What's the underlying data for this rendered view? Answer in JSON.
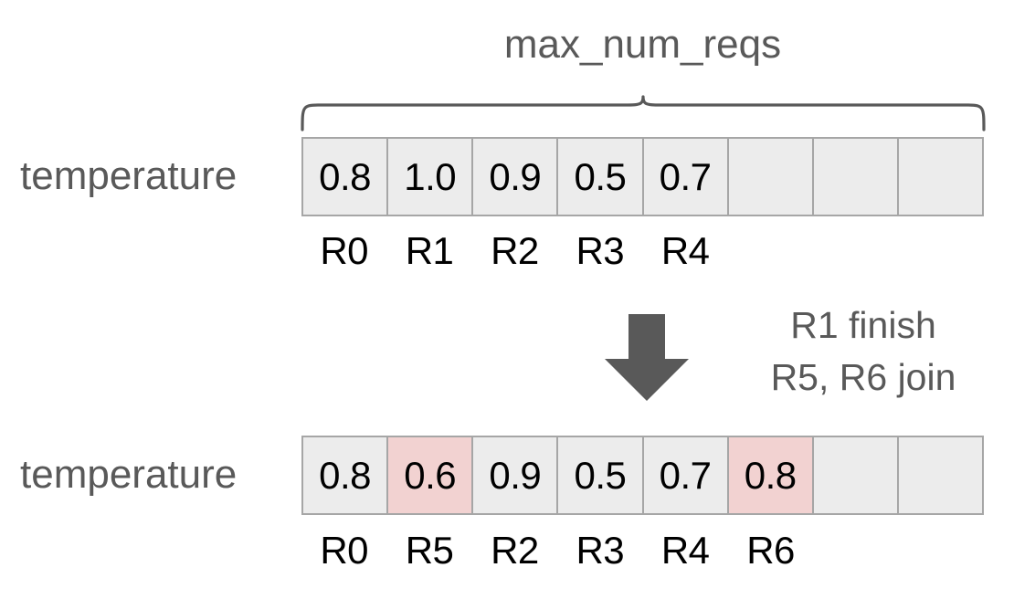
{
  "diagram": {
    "title": "max_num_reqs",
    "brace_label": "max_num_reqs"
  },
  "rows": [
    {
      "label": "temperature",
      "slot_count": 8,
      "cells": [
        {
          "value": "0.8",
          "highlighted": false,
          "empty": false
        },
        {
          "value": "1.0",
          "highlighted": false,
          "empty": false
        },
        {
          "value": "0.9",
          "highlighted": false,
          "empty": false
        },
        {
          "value": "0.5",
          "highlighted": false,
          "empty": false
        },
        {
          "value": "0.7",
          "highlighted": false,
          "empty": false
        },
        {
          "value": "",
          "highlighted": false,
          "empty": true
        },
        {
          "value": "",
          "highlighted": false,
          "empty": true
        },
        {
          "value": "",
          "highlighted": false,
          "empty": true
        }
      ],
      "ids": [
        "R0",
        "R1",
        "R2",
        "R3",
        "R4",
        "",
        "",
        ""
      ]
    },
    {
      "label": "temperature",
      "slot_count": 8,
      "cells": [
        {
          "value": "0.8",
          "highlighted": false,
          "empty": false
        },
        {
          "value": "0.6",
          "highlighted": true,
          "empty": false
        },
        {
          "value": "0.9",
          "highlighted": false,
          "empty": false
        },
        {
          "value": "0.5",
          "highlighted": false,
          "empty": false
        },
        {
          "value": "0.7",
          "highlighted": false,
          "empty": false
        },
        {
          "value": "0.8",
          "highlighted": true,
          "empty": false
        },
        {
          "value": "",
          "highlighted": false,
          "empty": true
        },
        {
          "value": "",
          "highlighted": false,
          "empty": true
        }
      ],
      "ids": [
        "R0",
        "R5",
        "R2",
        "R3",
        "R4",
        "R6",
        "",
        ""
      ]
    }
  ],
  "transition": {
    "line1": "R1 finish",
    "line2": "R5, R6 join",
    "arrow_direction": "down"
  },
  "colors": {
    "cell_background": "#ececec",
    "cell_border": "#a6a6a6",
    "highlight": "#f2d2d1",
    "gray_text": "#595959",
    "value_text": "#000000",
    "arrow": "#595959"
  }
}
